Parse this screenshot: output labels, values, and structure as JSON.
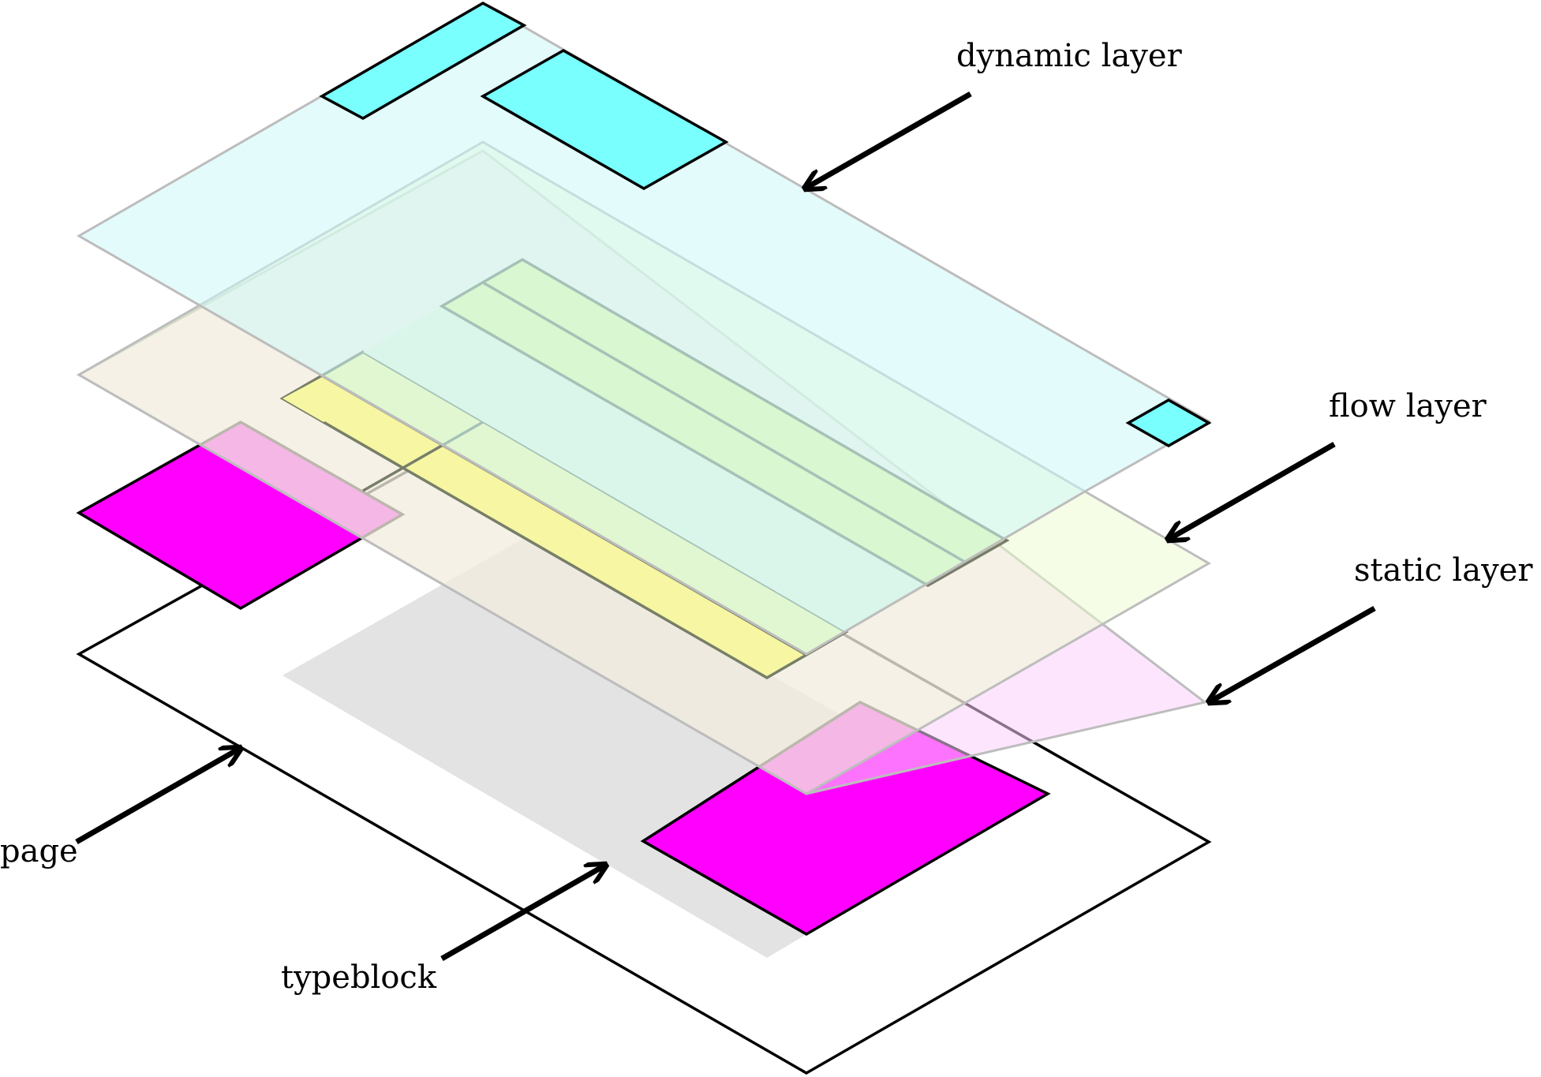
{
  "labels": {
    "dynamic_layer": "dynamic layer",
    "flow_layer": "flow layer",
    "static_layer": "static layer",
    "page": "page",
    "typeblock": "typeblock"
  },
  "colors": {
    "outline": "#000000",
    "layer_edge": "#bdbdbd",
    "dynamic_plane": "#cdf7f7",
    "dynamic_box": "#7affff",
    "flow_plane_top": "#e2fbe2",
    "flow_plane_bottom": "#fffde2",
    "flow_band": "#dfef6e",
    "flow_band_light": "#fff176",
    "flow_gap": "#e3e6e3",
    "static_plane_top": "#fde4e4",
    "static_plane_bottom": "#fde4fd",
    "static_box": "#ff00ff",
    "typeblock_fill": "#e3e3e3",
    "arrow": "#000000"
  }
}
